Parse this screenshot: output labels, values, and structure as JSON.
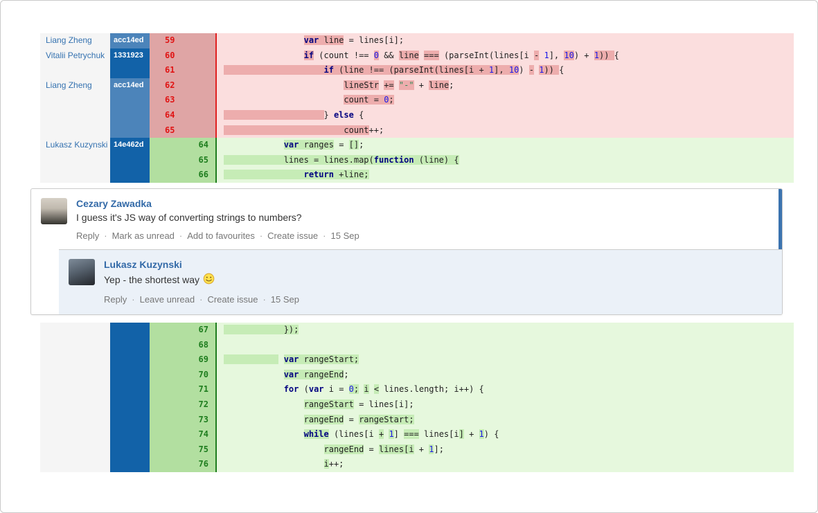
{
  "colors": {
    "commit_light_blue": "#4c84ba",
    "commit_dark_blue": "#1262a8",
    "del_gutter_bg": "#dfa5a5",
    "del_code_bg": "#fbdede",
    "del_highlight": "#edadad",
    "del_number": "#e01414",
    "add_gutter_bg": "#b2dfa0",
    "add_code_bg": "#e6f8dd",
    "add_highlight": "#c6ecb6",
    "add_number": "#1e7d1e",
    "author_link": "#3572b0",
    "unread_bar": "#3b73af",
    "reply_bg": "#ebf1f8"
  },
  "diff_top": {
    "rows": [
      {
        "author": "Liang Zheng",
        "commit": "acc14ed",
        "tone": "light",
        "type": "del",
        "num": "59",
        "segs": [
          [
            "                ",
            ""
          ],
          [
            "var",
            "k h"
          ],
          [
            " ",
            "h"
          ],
          [
            "line",
            "h"
          ],
          [
            " = lines[i];",
            ""
          ]
        ]
      },
      {
        "author": "Vitalii Petrychuk",
        "commit": "1331923",
        "tone": "dark",
        "type": "del",
        "num": "60",
        "segs": [
          [
            "                ",
            ""
          ],
          [
            "if",
            "k h"
          ],
          [
            " (count !== ",
            ""
          ],
          [
            "0",
            "n h"
          ],
          [
            " && ",
            ""
          ],
          [
            "line",
            "h"
          ],
          [
            " ",
            ""
          ],
          [
            "===",
            "h"
          ],
          [
            " (parseInt(lines[i ",
            ""
          ],
          [
            "-",
            "h"
          ],
          [
            " ",
            ""
          ],
          [
            "1",
            "n"
          ],
          [
            "], ",
            ""
          ],
          [
            "10",
            "n h"
          ],
          [
            ") + ",
            ""
          ],
          [
            "1",
            "n h"
          ],
          [
            ")) ",
            "h"
          ],
          [
            "{",
            ""
          ]
        ]
      },
      {
        "author": "",
        "commit": "",
        "tone": "dark",
        "type": "del",
        "num": "61",
        "segs": [
          [
            "                    ",
            "h"
          ],
          [
            "if",
            "k h"
          ],
          [
            " (line !== (parseInt(lines[i + ",
            "h"
          ],
          [
            "1",
            "n h"
          ],
          [
            "], ",
            "h"
          ],
          [
            "10",
            "n h"
          ],
          [
            ") ",
            ""
          ],
          [
            "-",
            "h"
          ],
          [
            " ",
            ""
          ],
          [
            "1",
            "n h"
          ],
          [
            ")) ",
            "h"
          ],
          [
            "{",
            ""
          ]
        ]
      },
      {
        "author": "Liang Zheng",
        "commit": "acc14ed",
        "tone": "light",
        "type": "del",
        "num": "62",
        "segs": [
          [
            "                        ",
            ""
          ],
          [
            "lineStr",
            "h"
          ],
          [
            " ",
            ""
          ],
          [
            "+=",
            "h"
          ],
          [
            " ",
            ""
          ],
          [
            "\"-\"",
            "s h"
          ],
          [
            " + ",
            ""
          ],
          [
            "line",
            "h"
          ],
          [
            ";",
            ""
          ]
        ]
      },
      {
        "author": "",
        "commit": "",
        "tone": "light",
        "type": "del",
        "num": "63",
        "segs": [
          [
            "                        ",
            ""
          ],
          [
            "count = ",
            "h"
          ],
          [
            "0",
            "n h"
          ],
          [
            ";",
            "h"
          ]
        ]
      },
      {
        "author": "",
        "commit": "",
        "tone": "light",
        "type": "del",
        "num": "64",
        "segs": [
          [
            "                    ",
            "h"
          ],
          [
            "} ",
            ""
          ],
          [
            "else",
            "k"
          ],
          [
            " {",
            ""
          ]
        ]
      },
      {
        "author": "",
        "commit": "",
        "tone": "light",
        "type": "del",
        "num": "65",
        "segs": [
          [
            "                        ",
            "h"
          ],
          [
            "count",
            "h"
          ],
          [
            "++;",
            ""
          ]
        ]
      },
      {
        "author": "Lukasz Kuzynski",
        "commit": "14e462d",
        "tone": "dark",
        "type": "add",
        "num": "64",
        "segs": [
          [
            "            ",
            ""
          ],
          [
            "var",
            "k h"
          ],
          [
            " ",
            "h"
          ],
          [
            "ranges",
            "h"
          ],
          [
            " = ",
            ""
          ],
          [
            "[]",
            "h"
          ],
          [
            ";",
            ""
          ]
        ]
      },
      {
        "author": "",
        "commit": "",
        "tone": "dark",
        "type": "add",
        "num": "65",
        "segs": [
          [
            "            ",
            "h"
          ],
          [
            "lines = lines.map(",
            "h"
          ],
          [
            "function",
            "k h"
          ],
          [
            " (line) {",
            "h"
          ]
        ]
      },
      {
        "author": "",
        "commit": "",
        "tone": "dark",
        "type": "add",
        "num": "66",
        "segs": [
          [
            "                ",
            "h"
          ],
          [
            "return",
            "k h"
          ],
          [
            " +line;",
            "h"
          ]
        ]
      }
    ]
  },
  "comments": {
    "root": {
      "author": "Cezary Zawadka",
      "body": "I guess it's JS way of converting strings to numbers?",
      "actions": [
        "Reply",
        "Mark as unread",
        "Add to favourites",
        "Create issue"
      ],
      "date": "15 Sep",
      "separator": "·"
    },
    "reply": {
      "author": "Lukasz Kuzynski",
      "body": "Yep - the shortest way",
      "emoji": "smiley-face",
      "actions": [
        "Reply",
        "Leave unread",
        "Create issue"
      ],
      "date": "15 Sep",
      "separator": "·"
    }
  },
  "diff_bottom": {
    "rows": [
      {
        "author": "",
        "commit": "",
        "tone": "dark",
        "type": "add",
        "num": "67",
        "segs": [
          [
            "            ",
            "h"
          ],
          [
            "});",
            "h"
          ]
        ]
      },
      {
        "author": "",
        "commit": "",
        "tone": "dark",
        "type": "add",
        "num": "68",
        "segs": []
      },
      {
        "author": "",
        "commit": "",
        "tone": "dark",
        "type": "add",
        "num": "69",
        "segs": [
          [
            "           ",
            "h"
          ],
          [
            " ",
            ""
          ],
          [
            "var",
            "k h"
          ],
          [
            " rangeStart;",
            "h"
          ]
        ]
      },
      {
        "author": "",
        "commit": "",
        "tone": "dark",
        "type": "add",
        "num": "70",
        "segs": [
          [
            "            ",
            ""
          ],
          [
            "var",
            "k h"
          ],
          [
            " rangeEnd",
            "h"
          ],
          [
            ";",
            ""
          ]
        ]
      },
      {
        "author": "",
        "commit": "",
        "tone": "dark",
        "type": "add",
        "num": "71",
        "segs": [
          [
            "            ",
            ""
          ],
          [
            "for",
            "k"
          ],
          [
            " (",
            ""
          ],
          [
            "var",
            "k"
          ],
          [
            " i = ",
            ""
          ],
          [
            "0",
            "n h"
          ],
          [
            ";",
            "h"
          ],
          [
            " ",
            ""
          ],
          [
            "i",
            "h"
          ],
          [
            " ",
            ""
          ],
          [
            "<",
            "h"
          ],
          [
            " lines.length; i++) {",
            ""
          ]
        ]
      },
      {
        "author": "",
        "commit": "",
        "tone": "dark",
        "type": "add",
        "num": "72",
        "segs": [
          [
            "                ",
            ""
          ],
          [
            "rangeStart",
            "h"
          ],
          [
            " = lines[i];",
            ""
          ]
        ]
      },
      {
        "author": "",
        "commit": "",
        "tone": "dark",
        "type": "add",
        "num": "73",
        "segs": [
          [
            "                ",
            ""
          ],
          [
            "rangeEnd",
            "h"
          ],
          [
            " = ",
            ""
          ],
          [
            "rangeStart;",
            "h"
          ]
        ]
      },
      {
        "author": "",
        "commit": "",
        "tone": "dark",
        "type": "add",
        "num": "74",
        "segs": [
          [
            "                ",
            ""
          ],
          [
            "while",
            "k h"
          ],
          [
            " (lines[i ",
            ""
          ],
          [
            "+",
            "h"
          ],
          [
            " ",
            ""
          ],
          [
            "1",
            "n h"
          ],
          [
            "] ",
            ""
          ],
          [
            "===",
            "h"
          ],
          [
            " lines[i",
            ""
          ],
          [
            "]",
            "h"
          ],
          [
            " + ",
            ""
          ],
          [
            "1",
            "n h"
          ],
          [
            ") {",
            ""
          ]
        ]
      },
      {
        "author": "",
        "commit": "",
        "tone": "dark",
        "type": "add",
        "num": "75",
        "segs": [
          [
            "                    ",
            ""
          ],
          [
            "rangeEnd",
            "h"
          ],
          [
            " = ",
            ""
          ],
          [
            "lines[i",
            "h"
          ],
          [
            " + ",
            ""
          ],
          [
            "1",
            "n h"
          ],
          [
            "];",
            ""
          ]
        ]
      },
      {
        "author": "",
        "commit": "",
        "tone": "dark",
        "type": "add",
        "num": "76",
        "segs": [
          [
            "                    ",
            ""
          ],
          [
            "i",
            "h"
          ],
          [
            "++;",
            ""
          ]
        ]
      }
    ]
  }
}
